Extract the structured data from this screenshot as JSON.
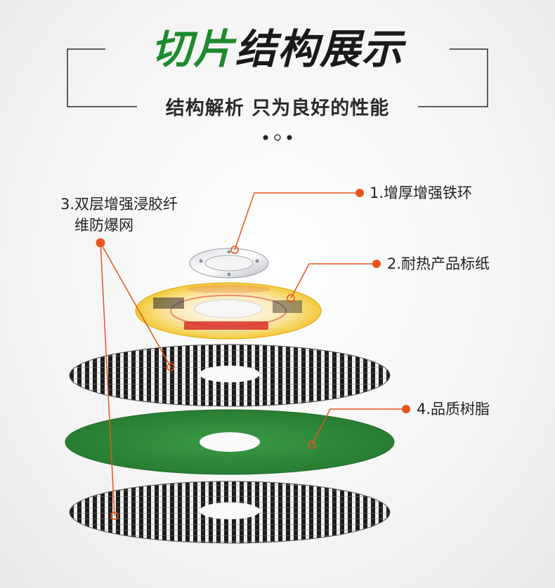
{
  "header": {
    "title_green": "切片",
    "title_dark": "结构展示",
    "subtitle": "结构解析 只为良好的性能"
  },
  "labels": {
    "mesh": "3.双层增强浸胶纤维防爆网",
    "mesh_line1": "3.双层增强浸胶纤",
    "mesh_line2": "维防爆网",
    "ring": "1.增厚增强铁环",
    "paper": "2.耐热产品标纸",
    "resin": "4.品质树脂"
  },
  "colors": {
    "green_title": "#1e8a2e",
    "accent_orange": "#e8541c",
    "resin_green": "#2f8a3a",
    "label_yellow": "#f2c21a",
    "label_red": "#d8322a"
  }
}
